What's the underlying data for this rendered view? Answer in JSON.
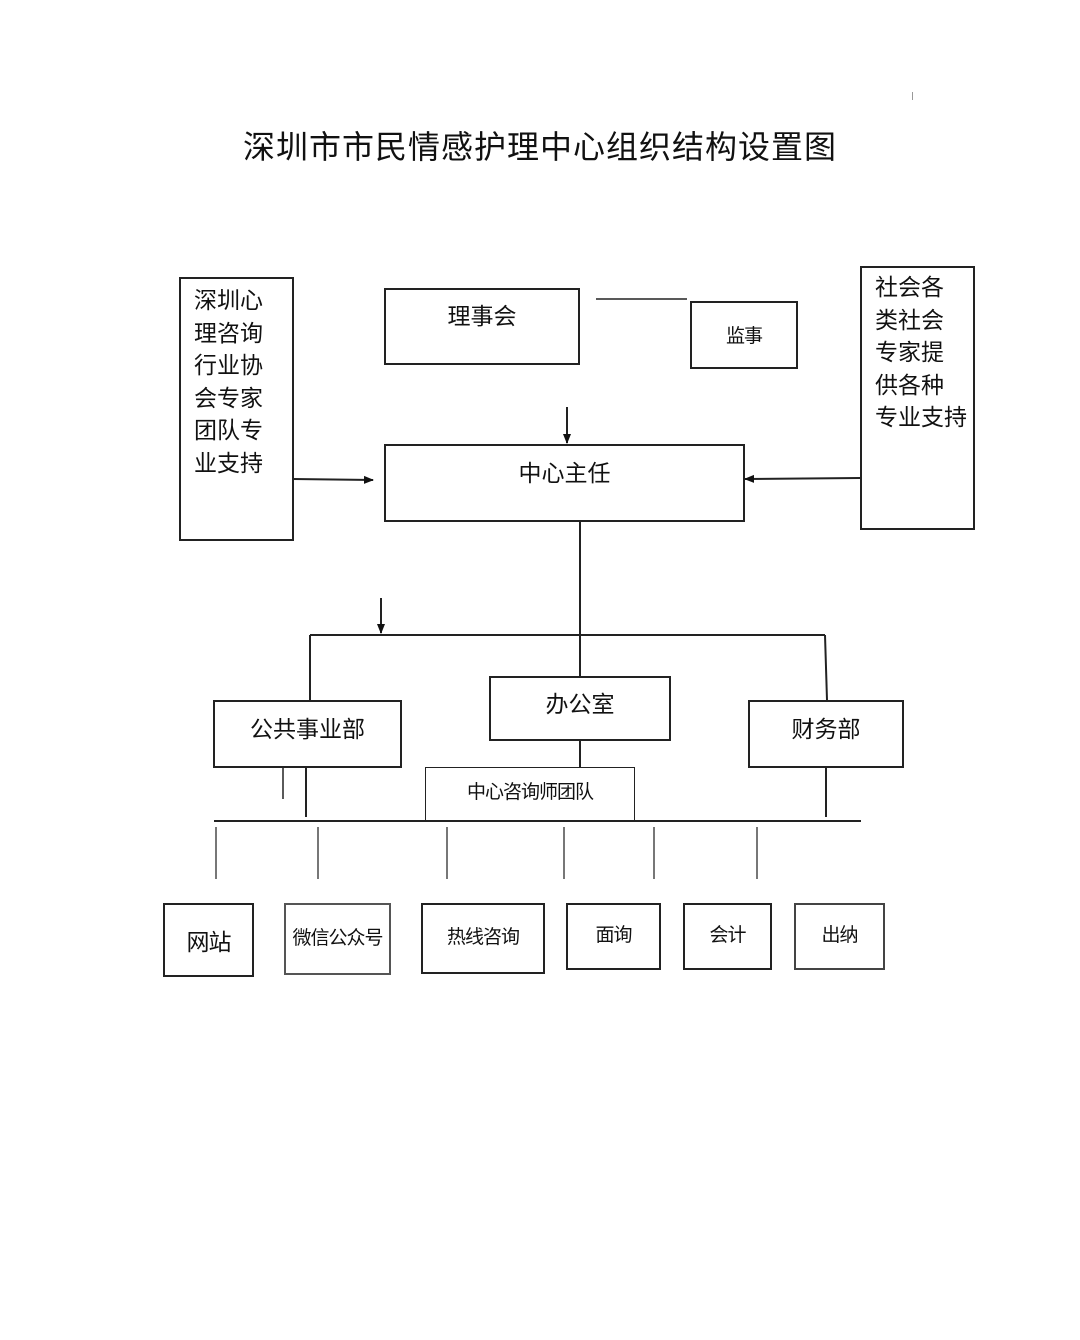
{
  "title": "深圳市市民情感护理中心组织结构设置图",
  "nodes": {
    "board": "理事会",
    "supervisor": "监事",
    "director": "中心主任",
    "left_support": "深圳心\n理咨询\n行业协\n会专家\n团队专\n业支持",
    "right_support": "社会各\n类社会\n专家提\n供各种\n专业支持",
    "public_dept": "公共事业部",
    "office": "办公室",
    "finance_dept": "财务部",
    "counselor_team": "中心咨询师团队",
    "website": "网站",
    "wechat": "微信公众号",
    "hotline": "热线咨询",
    "face_to_face": "面询",
    "accounting": "会计",
    "cashier": "出纳"
  }
}
